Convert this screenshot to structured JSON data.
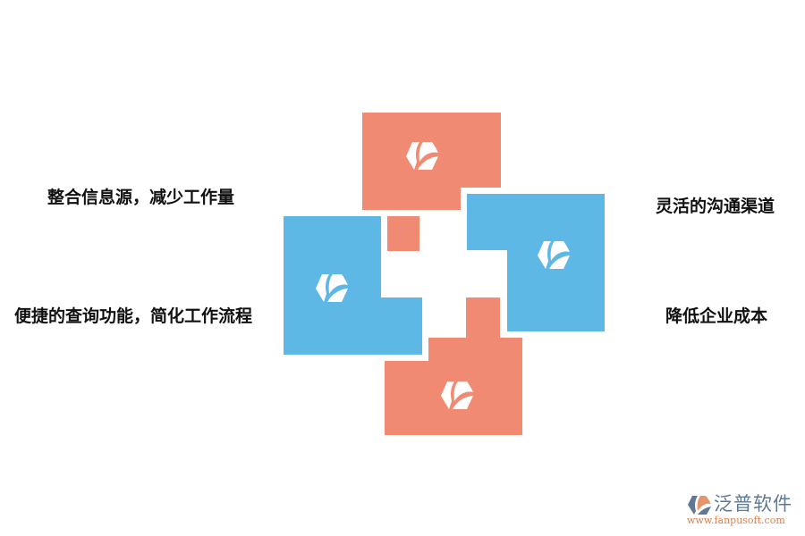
{
  "colors": {
    "salmon": "#F08A72",
    "blue": "#5EB8E5",
    "icon": "#FFFFFF",
    "text": "#111111"
  },
  "labels": {
    "top_left": "整合信息源，减少工作量",
    "bottom_left": "便捷的查询功能，简化工作流程",
    "top_right": "灵活的沟通渠道",
    "bottom_right": "降低企业成本"
  },
  "shapes": [
    {
      "id": "top",
      "color": "salmon",
      "icon": "leaf-hexagon-icon"
    },
    {
      "id": "right",
      "color": "blue",
      "icon": "leaf-hexagon-icon"
    },
    {
      "id": "left",
      "color": "blue",
      "icon": "leaf-hexagon-icon"
    },
    {
      "id": "bottom",
      "color": "salmon",
      "icon": "leaf-hexagon-icon"
    },
    {
      "id": "center-small-square",
      "color": "salmon"
    }
  ],
  "watermark": {
    "brand": "泛普软件",
    "url": "www.fanpusoft.com"
  }
}
